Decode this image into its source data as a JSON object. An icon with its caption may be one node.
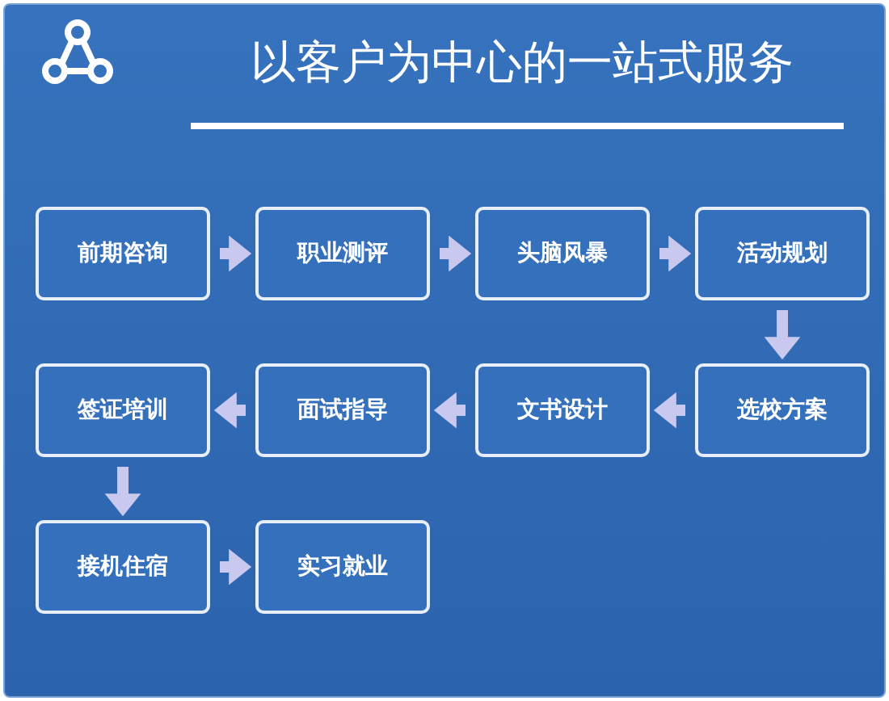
{
  "diagram": {
    "title": "以客户为中心的一站式服务",
    "nodes": [
      {
        "text": [
          "前期咨询"
        ]
      },
      {
        "text": [
          "职业测评"
        ]
      },
      {
        "text": [
          "头脑风暴"
        ]
      },
      {
        "text": [
          "活动规划"
        ]
      },
      {
        "text": [
          "签证培训"
        ]
      },
      {
        "text": [
          "面试指导"
        ]
      },
      {
        "text": [
          "文书设计"
        ]
      },
      {
        "text": [
          "选校方案"
        ]
      },
      {
        "text": [
          "接机住宿"
        ]
      },
      {
        "text": [
          "实习就业"
        ]
      }
    ],
    "edges": [
      {
        "from": 0,
        "to": 1,
        "arrow": "to"
      },
      {
        "from": 1,
        "to": 2,
        "arrow": "to"
      },
      {
        "from": 2,
        "to": 3,
        "arrow": "to"
      },
      {
        "from": 3,
        "to": 7,
        "arrow": "to"
      },
      {
        "from": 7,
        "to": 6,
        "arrow": "to"
      },
      {
        "from": 6,
        "to": 5,
        "arrow": "to"
      },
      {
        "from": 5,
        "to": 4,
        "arrow": "to"
      },
      {
        "from": 4,
        "to": 8,
        "arrow": "to"
      },
      {
        "from": 8,
        "to": 9,
        "arrow": "to"
      }
    ]
  }
}
